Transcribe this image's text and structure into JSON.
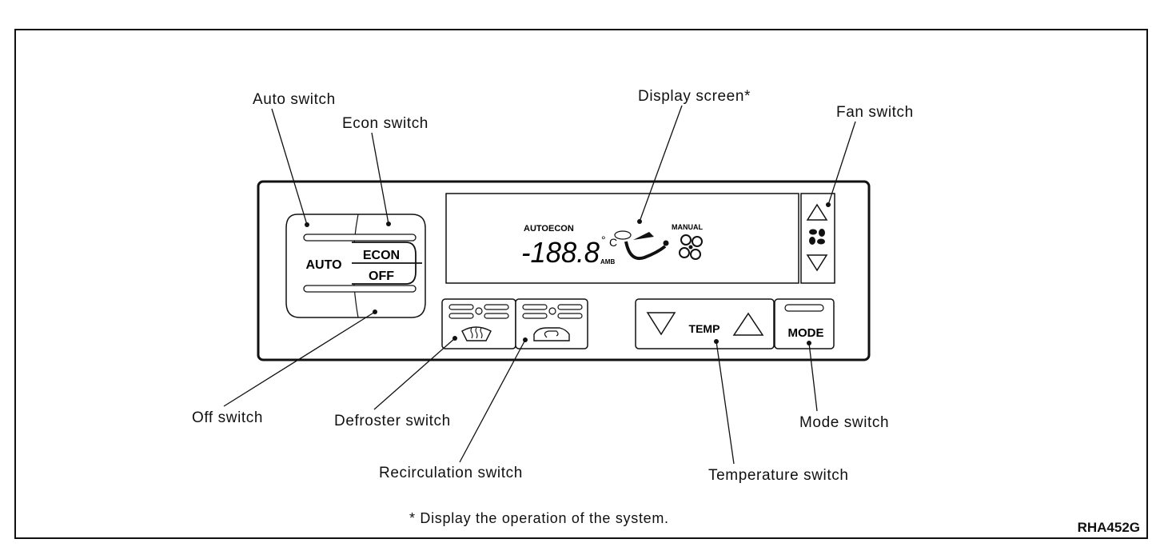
{
  "labels": {
    "auto_switch": "Auto switch",
    "econ_switch": "Econ switch",
    "display_screen": "Display screen*",
    "fan_switch": "Fan switch",
    "off_switch": "Off switch",
    "defroster_switch": "Defroster switch",
    "recirculation_switch": "Recirculation switch",
    "temperature_switch": "Temperature switch",
    "mode_switch": "Mode switch"
  },
  "panel": {
    "auto_button": "AUTO",
    "econ_button": "ECON",
    "off_button": "OFF",
    "temp_label": "TEMP",
    "mode_button": "MODE",
    "display_auto": "AUTO",
    "display_econ": "ECON",
    "display_digits": "-188.8",
    "display_degree": "°",
    "display_unit": "C",
    "display_amb": "AMB",
    "display_manual": "MANUAL"
  },
  "footnote": "* Display the operation of the system.",
  "figure_id": "RHA452G"
}
